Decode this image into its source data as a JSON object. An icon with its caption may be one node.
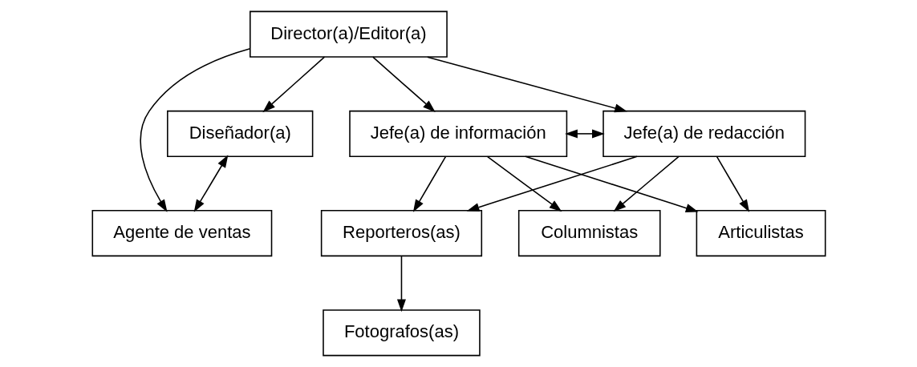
{
  "diagram": {
    "nodes": [
      {
        "text": [
          "Director(a)/Editor(a)"
        ]
      },
      {
        "text": [
          "Diseñador(a)"
        ]
      },
      {
        "text": [
          "Jefe(a) de información"
        ]
      },
      {
        "text": [
          "Jefe(a) de redacción"
        ]
      },
      {
        "text": [
          "Agente de ventas"
        ]
      },
      {
        "text": [
          "Reporteros(as)"
        ]
      },
      {
        "text": [
          "Columnistas"
        ]
      },
      {
        "text": [
          "Articulistas"
        ]
      },
      {
        "text": [
          "Fotografos(as)"
        ]
      }
    ],
    "edges": [
      {
        "from": 0,
        "to": 4,
        "arrow": "to"
      },
      {
        "from": 0,
        "to": 1,
        "arrow": "to"
      },
      {
        "from": 0,
        "to": 2,
        "arrow": "to"
      },
      {
        "from": 0,
        "to": 3,
        "arrow": "to"
      },
      {
        "from": 1,
        "to": 4,
        "arrow": "both"
      },
      {
        "from": 2,
        "to": 3,
        "arrow": "both"
      },
      {
        "from": 2,
        "to": 5,
        "arrow": "to"
      },
      {
        "from": 2,
        "to": 6,
        "arrow": "to"
      },
      {
        "from": 2,
        "to": 7,
        "arrow": "to"
      },
      {
        "from": 3,
        "to": 5,
        "arrow": "to"
      },
      {
        "from": 3,
        "to": 6,
        "arrow": "to"
      },
      {
        "from": 3,
        "to": 7,
        "arrow": "to"
      },
      {
        "from": 5,
        "to": 8,
        "arrow": "to"
      }
    ]
  }
}
